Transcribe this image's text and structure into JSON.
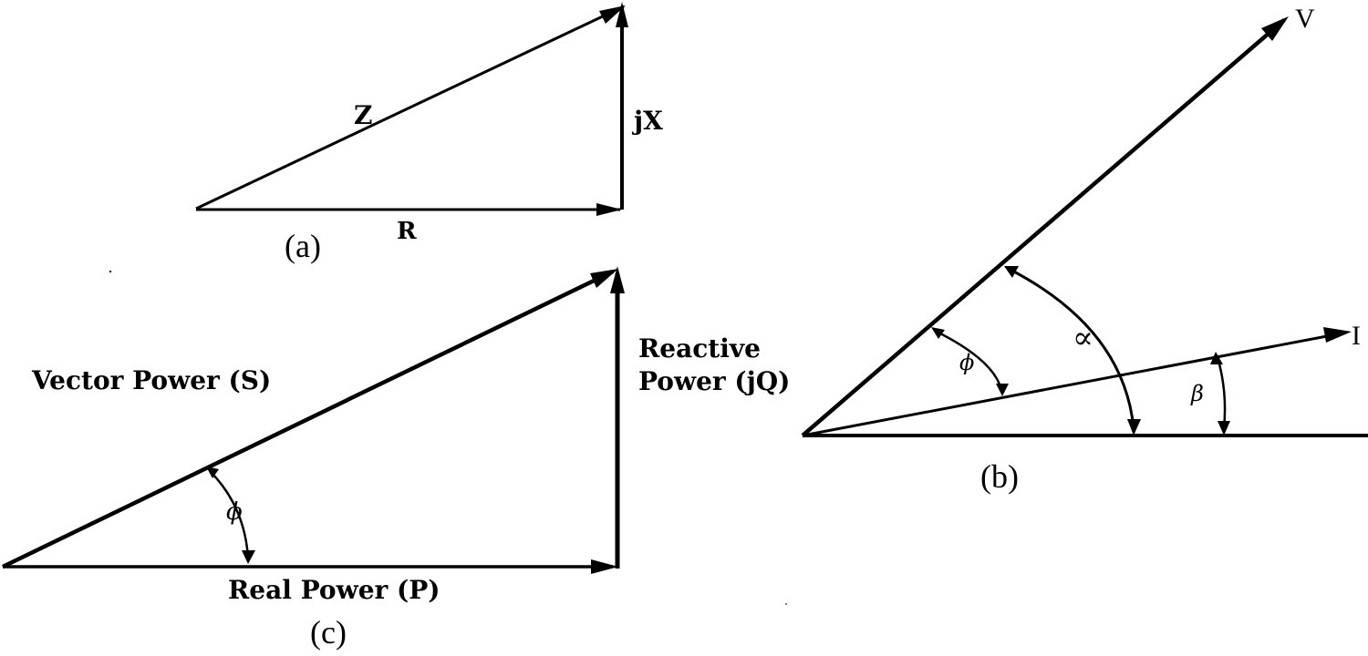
{
  "panels": {
    "a": {
      "caption": "(a)",
      "labels": {
        "hypotenuse": "Z",
        "vertical": "jX",
        "horizontal": "R"
      }
    },
    "b": {
      "caption": "(b)",
      "labels": {
        "voltage": "V",
        "current": "I",
        "alpha": "∝",
        "beta": "β",
        "phi": "ϕ"
      }
    },
    "c": {
      "caption": "(c)",
      "labels": {
        "hypotenuse": "Vector Power (S)",
        "vertical_line1": "Reactive",
        "vertical_line2": "Power (jQ)",
        "horizontal": "Real Power (P)",
        "phi": "ϕ"
      }
    }
  }
}
